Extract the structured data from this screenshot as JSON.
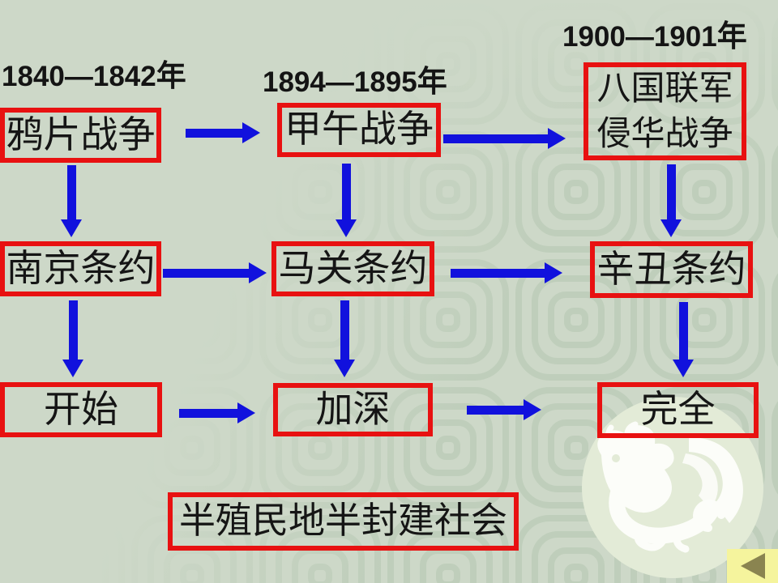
{
  "slide": {
    "colors": {
      "background": "#cdd8c8",
      "box_border": "#e81111",
      "arrow": "#1111dd",
      "text": "#141414",
      "nav_button_bg": "#f5f49d",
      "nav_triangle": "#8a8450"
    },
    "periods": [
      {
        "years": "1840—1842",
        "year_suffix": "年",
        "war": "鸦片战争",
        "treaty": "南京条约",
        "stage": "开始"
      },
      {
        "years": "1894—1895",
        "year_suffix": "年",
        "war": "甲午战争",
        "treaty": "马关条约",
        "stage": "加深"
      },
      {
        "years": "1900—1901",
        "year_suffix": "年",
        "war_lines": [
          "八国联军",
          "侵华战争"
        ],
        "treaty": "辛丑条约",
        "stage": "完全"
      }
    ],
    "conclusion": "半殖民地半封建社会",
    "icons": {
      "back": "left-triangle",
      "watermark": "dragon-seal"
    }
  }
}
